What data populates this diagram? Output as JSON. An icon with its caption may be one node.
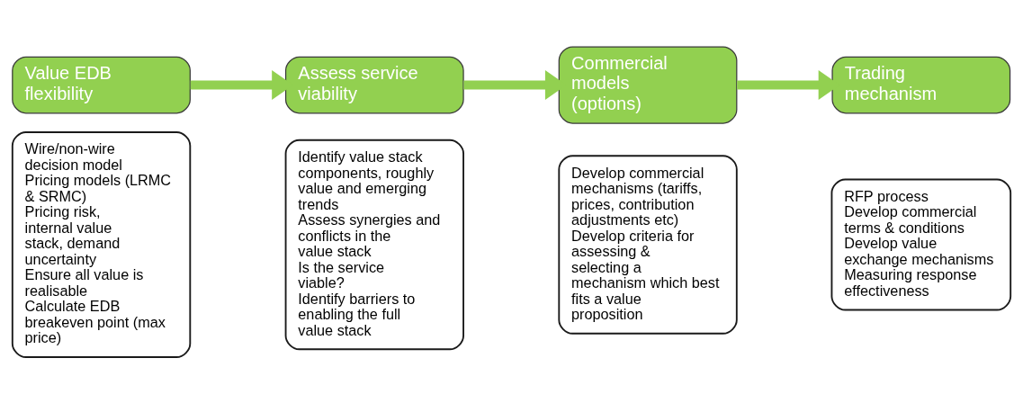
{
  "diagram": {
    "nodes": [
      {
        "text": [
          "Value EDB flexibility"
        ]
      },
      {
        "text": [
          "Wire/non-wire decision model",
          "Pricing models (LRMC & SRMC)",
          "Pricing risk, internal value stack, demand uncertainty",
          "Ensure all value is realisable",
          "Calculate EDB breakeven point (max price)"
        ]
      },
      {
        "text": [
          "Assess service viability"
        ]
      },
      {
        "text": [
          "Identify value stack components, roughly value and emerging trends",
          "Assess synergies and conflicts in the value stack",
          "Is the service viable?",
          "Identify barriers to enabling the full value stack"
        ]
      },
      {
        "text": [
          "Commercial models (options)"
        ]
      },
      {
        "text": [
          "Develop commercial mechanisms (tariffs, prices, contribution adjustments etc)",
          "Develop criteria for assessing & selecting a mechanism which best fits a value proposition"
        ]
      },
      {
        "text": [
          "Trading mechanism"
        ]
      },
      {
        "text": [
          "RFP process",
          "Develop commercial terms & conditions",
          "Develop value exchange mechanisms",
          "Measuring response effectiveness"
        ]
      }
    ],
    "edges": [
      {
        "from": 0,
        "to": 2,
        "arrow": "to"
      },
      {
        "from": 2,
        "to": 4,
        "arrow": "to"
      },
      {
        "from": 4,
        "to": 6,
        "arrow": "to"
      }
    ]
  }
}
